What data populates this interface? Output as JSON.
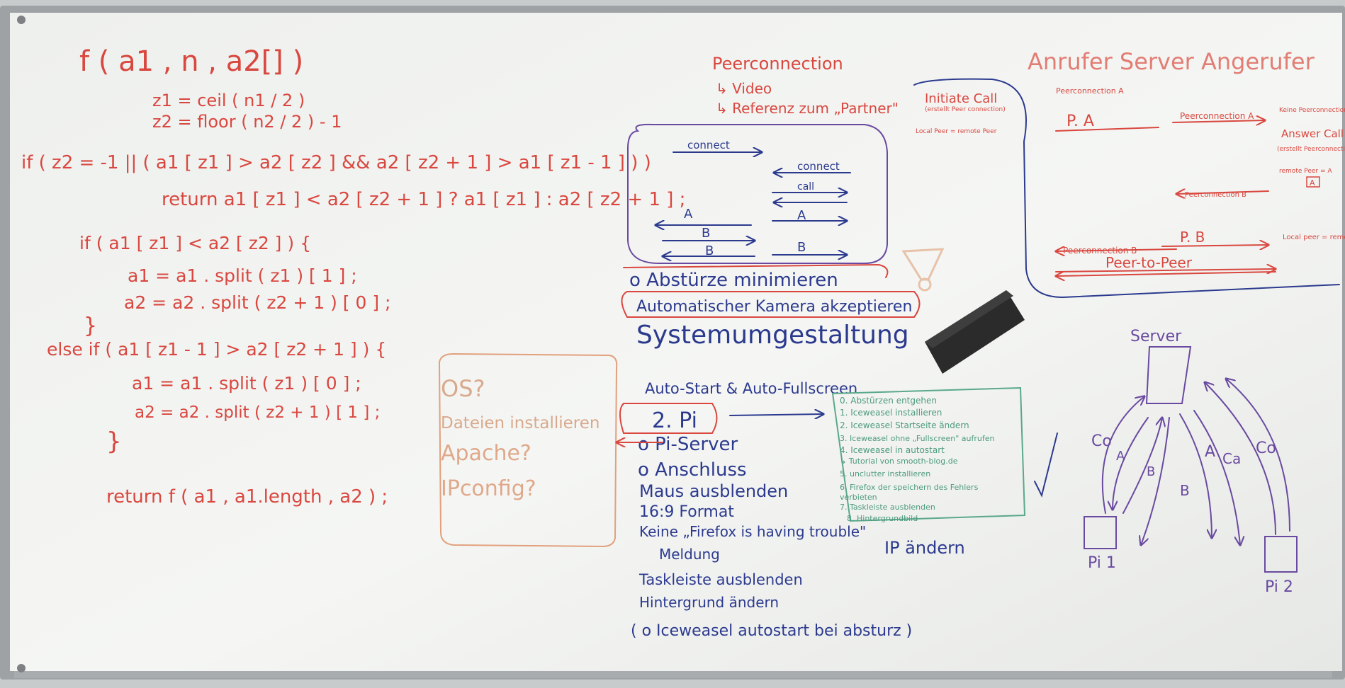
{
  "formula": {
    "signature": "f ( a1 , n , a2[] )",
    "z1": "z1 = ceil ( n1 / 2 )",
    "z2": "z2 = floor ( n2 / 2 ) - 1",
    "if_line": "if ( z2 = -1 || ( a1 [ z1 ] > a2 [ z2 ] && a2 [ z2 + 1 ] > a1 [ z1 - 1 ] ) )",
    "return_line": "return a1 [ z1 ] < a2 [ z2 + 1 ] ? a1 [ z1 ] : a2 [ z2 + 1 ] ;",
    "if2": "if ( a1 [ z1 ] < a2 [ z2 ] ) {",
    "split1": "a1 = a1 . split ( z1 ) [ 1 ] ;",
    "split2": "a2 = a2 . split ( z2 + 1 ) [ 0 ] ;",
    "close1": "}",
    "else_if": "else if ( a1 [ z1 - 1 ] > a2 [ z2 + 1 ] ) {",
    "split3": "a1 = a1 . split ( z1 ) [ 0 ] ;",
    "split4": "a2 = a2 . split ( z2 + 1 ) [ 1 ] ;",
    "close2": "}",
    "return_final": "return f ( a1 , a1.length , a2 ) ;"
  },
  "os_box": {
    "items": [
      "OS?",
      "Dateien installieren",
      "Apache?",
      "IPconfig?"
    ]
  },
  "peer": {
    "title": "Peerconnection",
    "sub1": "↳ Video",
    "sub2": "↳ Referenz zum „Partner\"",
    "connect1": "connect",
    "connect2": "connect",
    "call": "call",
    "a1": "A",
    "a2": "A",
    "b1": "B",
    "b2": "B",
    "b3": "B"
  },
  "todo": {
    "items": [
      "o Abstürze minimieren",
      "Automatischer Kamera akzeptieren",
      "Systemumgestaltung",
      "Auto-Start & Auto-Fullscreen",
      "2. Pi",
      "o Pi-Server",
      "o Anschluss",
      "Maus ausblenden",
      "16:9 Format",
      "Keine „Firefox is having trouble\"",
      "Meldung",
      "Taskleiste ausblenden",
      "Hintergrund ändern",
      "( o Iceweasel autostart bei absturz )"
    ]
  },
  "green_list": {
    "items": [
      "0. Abstürzen entgehen",
      "1. Iceweasel installieren",
      "2. Iceweasel Startseite ändern",
      "3. Iceweasel ohne „Fullscreen\" aufrufen",
      "4. Iceweasel in autostart",
      "   ↳ Tutorial von smooth-blog.de",
      "5. unclutter installieren",
      "6. Firefox der speichern des Fehlers",
      "   verbieten",
      "7. Taskleiste ausblenden",
      "8. Hintergrundbild"
    ],
    "ip": "IP ändern"
  },
  "signaling": {
    "header": "Anrufer Server Angerufer",
    "initiate": "Initiate Call",
    "initiate_sub": "(erstellt Peer connection)",
    "local": "Local Peer = remote Peer",
    "pc_a": "Peerconnection A",
    "pa": "P. A",
    "pc_a2": "Peerconnection A",
    "keine": "Keine Peerconnection",
    "answer": "Answer Call",
    "answer_sub": "(erstellt Peerconnection)",
    "remote": "remote Peer = A",
    "a_box": "A",
    "pc_b": "Peerconnection B",
    "pc_b2": "Peerconnection B",
    "pb": "P. B",
    "p2p": "Peer-to-Peer",
    "local2": "Local peer = remote peer"
  },
  "server": {
    "label": "Server",
    "pi1": "Pi 1",
    "pi2": "Pi 2",
    "co": "Co",
    "ca": "Ca",
    "a": "A",
    "b": "B"
  }
}
